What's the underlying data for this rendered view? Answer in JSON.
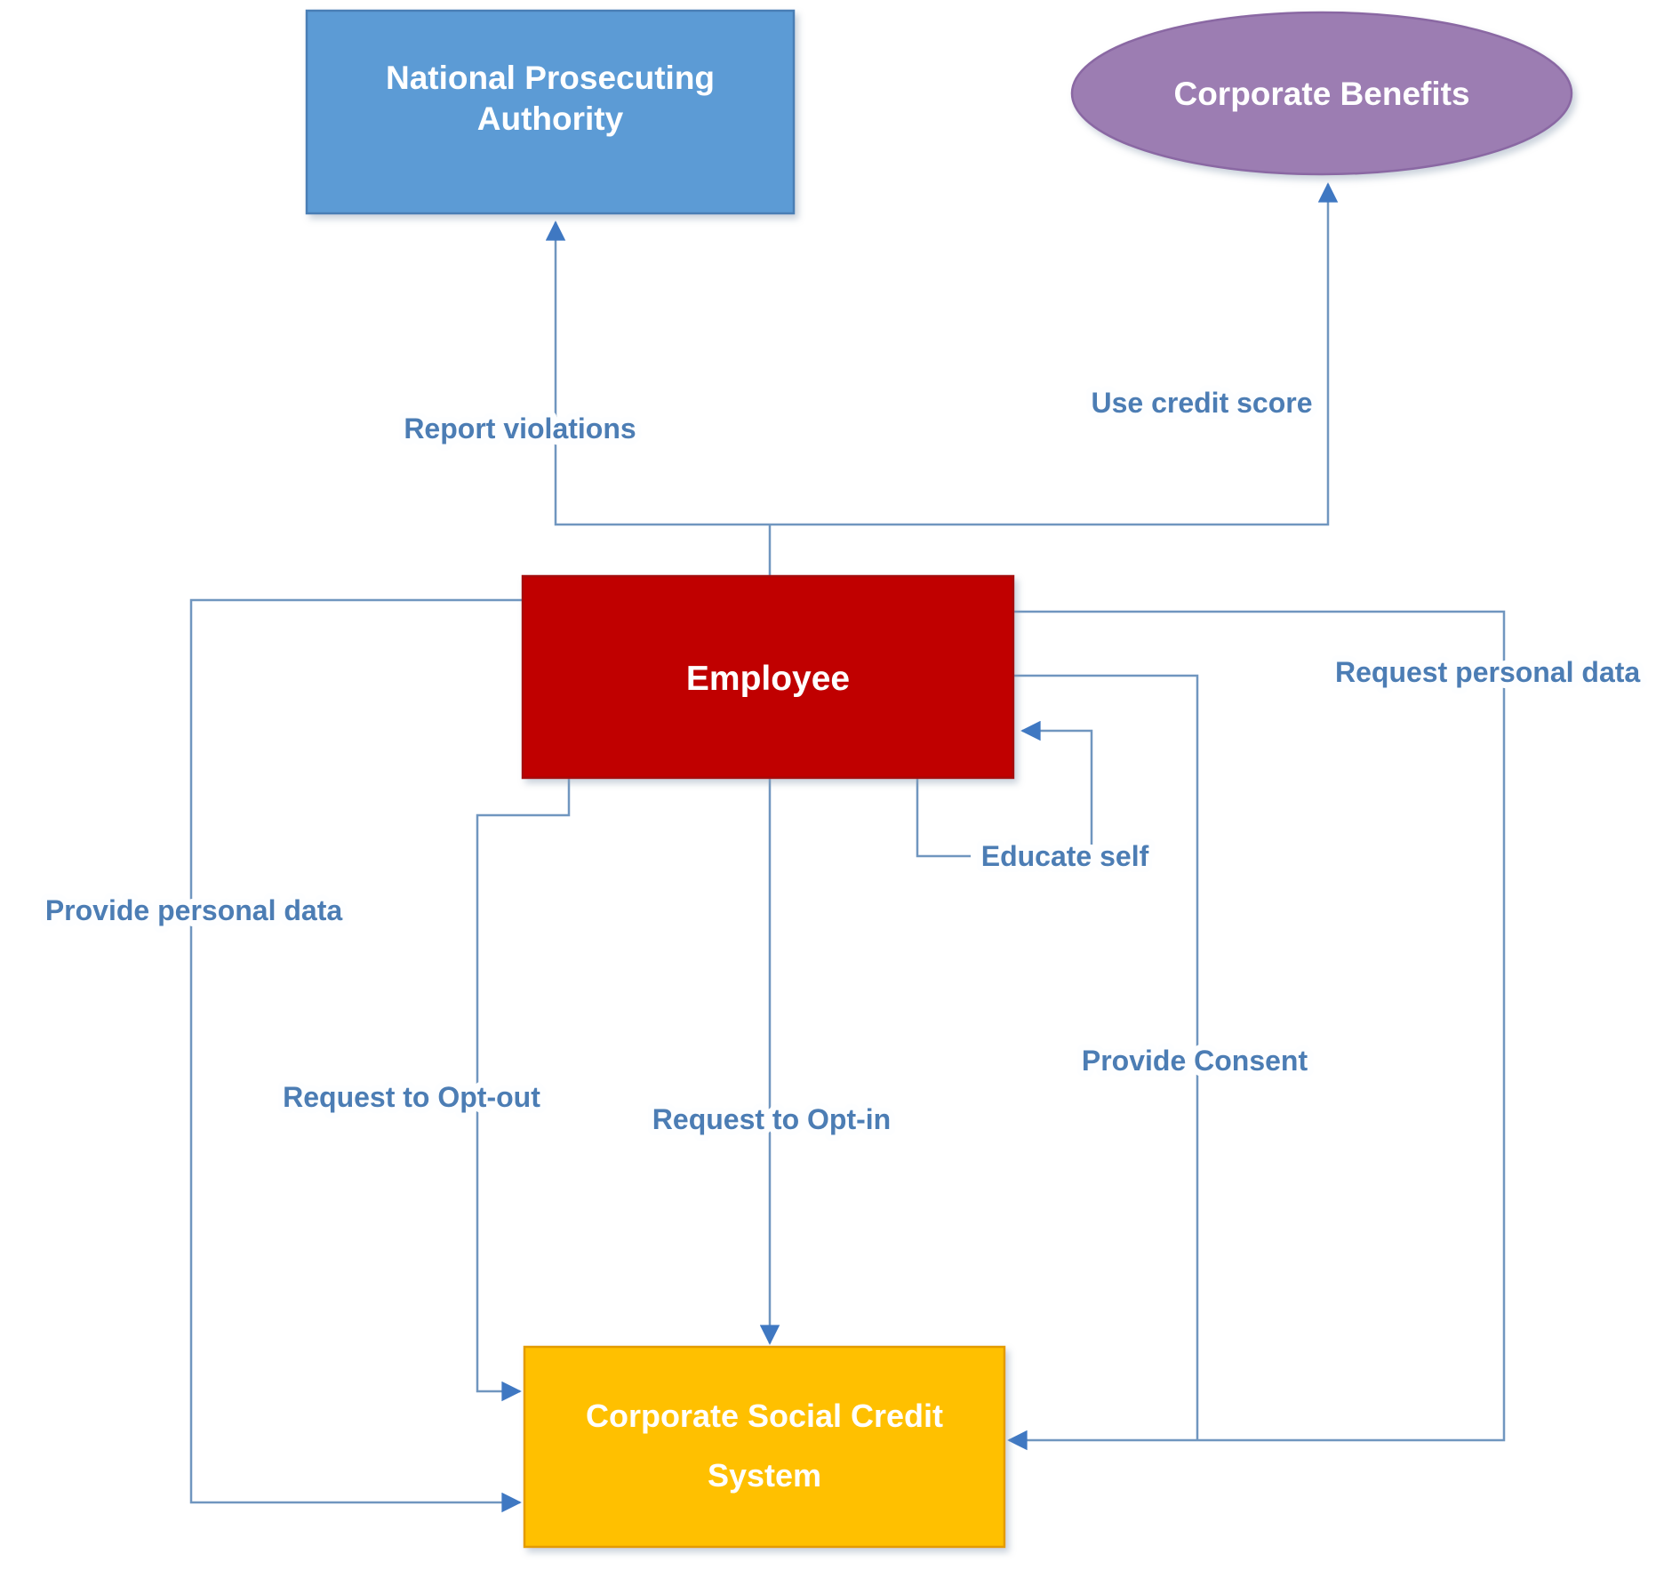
{
  "nodes": {
    "national_prosecuting_authority": {
      "line1": "National Prosecuting",
      "line2": "Authority",
      "shape": "rectangle"
    },
    "corporate_benefits": {
      "label": "Corporate Benefits",
      "shape": "ellipse"
    },
    "employee": {
      "label": "Employee",
      "shape": "rectangle"
    },
    "corporate_social_credit_system": {
      "line1": "Corporate Social Credit",
      "line2": "System",
      "shape": "rectangle"
    }
  },
  "edge_labels": {
    "report_violations": "Report violations",
    "use_credit_score": "Use credit score",
    "educate_self": "Educate self",
    "request_personal_data": "Request personal data",
    "provide_personal_data": "Provide personal data",
    "provide_consent": "Provide Consent",
    "request_to_opt_out": "Request to Opt-out",
    "request_to_opt_in": "Request to Opt-in"
  },
  "colors": {
    "npa_fill": "#5B9BD5",
    "npa_border": "#4A7EB5",
    "benefits_fill": "#9C7DB2",
    "benefits_border": "#8A67A3",
    "employee_fill": "#C00000",
    "employee_border": "#A50B0B",
    "cscs_fill": "#FFC000",
    "cscs_border": "#E39B00",
    "connector_line": "#7096BF",
    "arrowhead": "#3F78C2",
    "edge_label_text": "#4C7DB4",
    "node_text": "#FFFFFF"
  }
}
